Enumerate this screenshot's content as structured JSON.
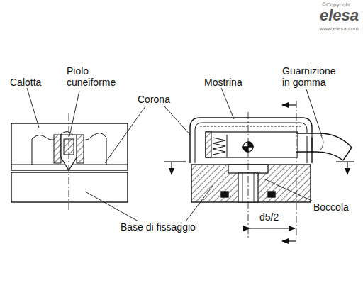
{
  "diagram": {
    "labels": [
      "©Copyright",
      "elesa",
      "www.elesa.com",
      "Calotta",
      "Piolo cuneiforme",
      "Corona",
      "Mostrina",
      "Guarnizione in gomma",
      "Base di fissaggio",
      "Boccola",
      "d5/2"
    ]
  }
}
